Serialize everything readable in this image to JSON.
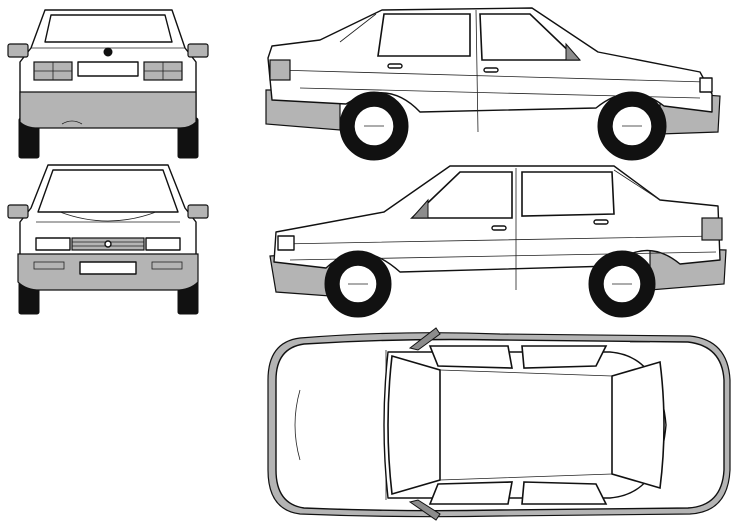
{
  "drawing": {
    "views": [
      "rear",
      "front",
      "side-right",
      "side-left",
      "top"
    ],
    "colors": {
      "outline": "#111111",
      "trim": "#b4b4b4",
      "background": "#ffffff"
    }
  }
}
